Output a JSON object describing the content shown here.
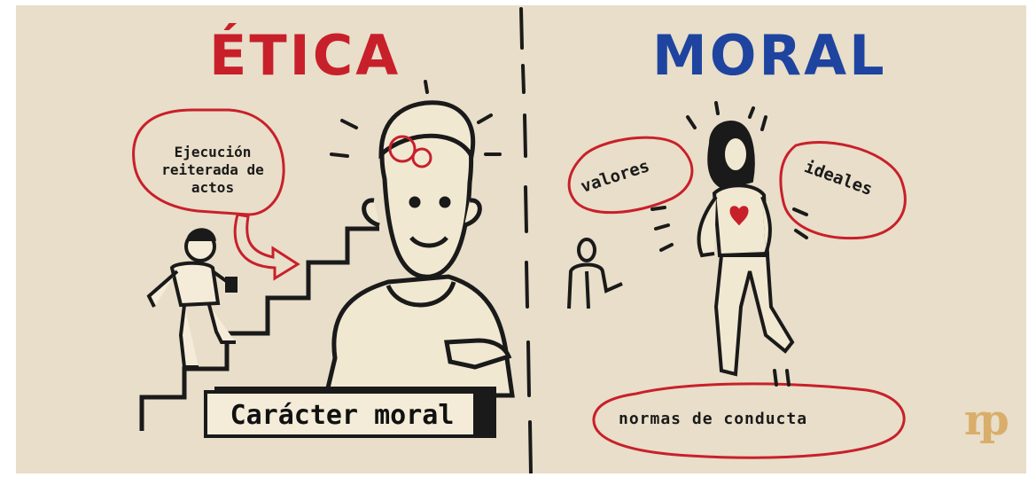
{
  "left": {
    "title": "ÉTICA",
    "speech_bubble": "Ejecución reiterada de actos",
    "sign": "Carácter moral"
  },
  "right": {
    "title": "MORAL",
    "bubble_left": "valores",
    "bubble_right": "ideales",
    "bubble_bottom": "normas de conducta"
  },
  "logo": "rp",
  "colors": {
    "background": "#e8dec9",
    "ethics_red": "#c8202b",
    "moral_blue": "#1e44a0",
    "ink": "#1a1a1a",
    "logo_gold": "#d9ae6a"
  }
}
